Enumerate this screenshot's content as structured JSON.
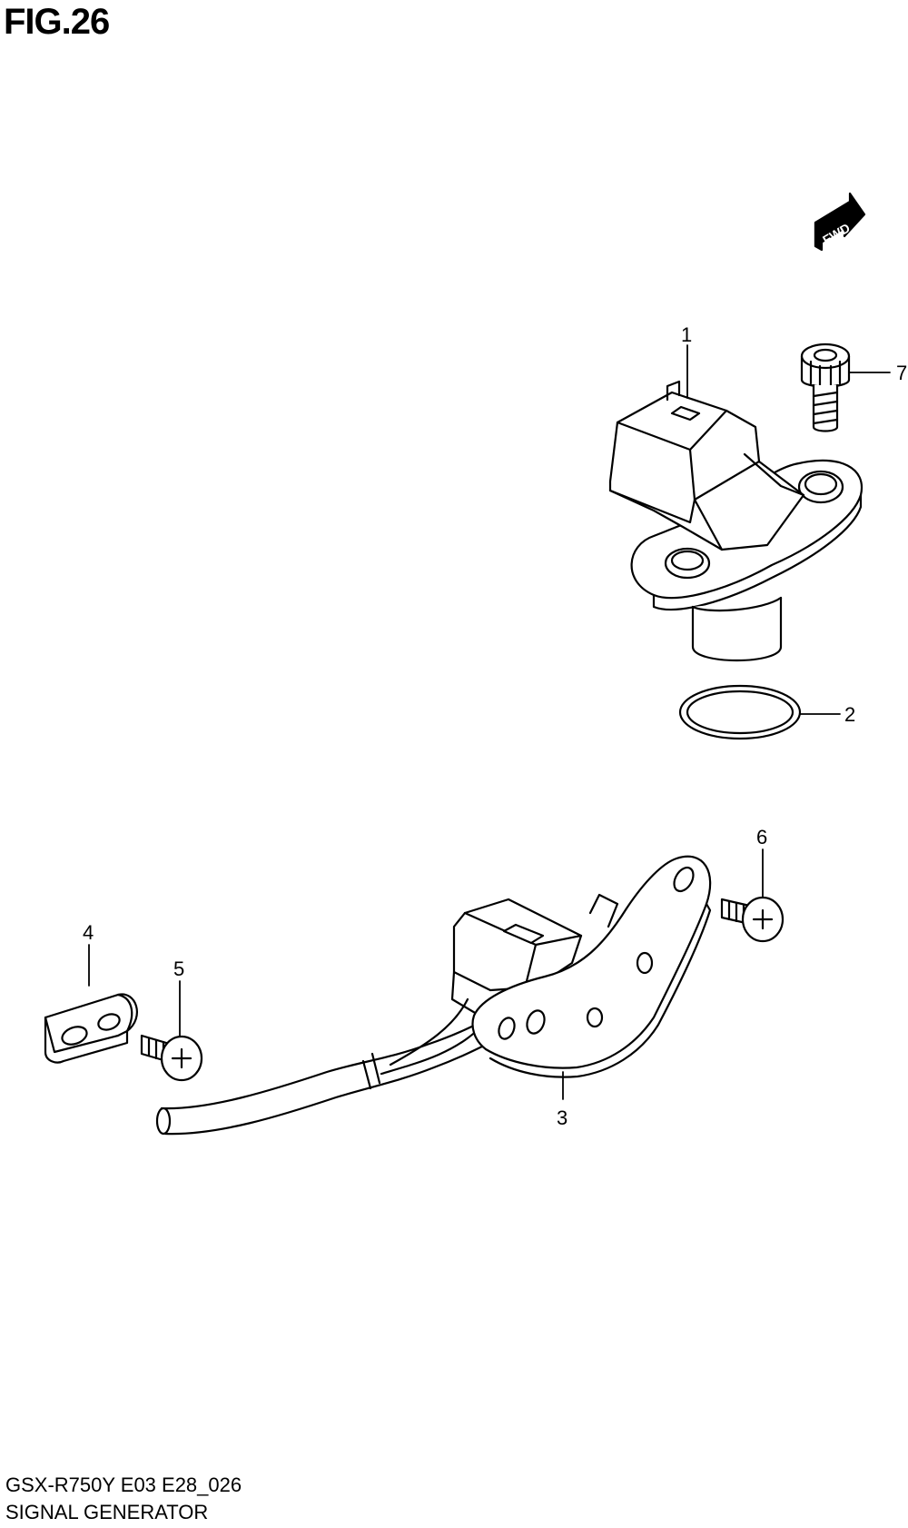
{
  "figure": {
    "title": "FIG.26"
  },
  "fwd_label": "FWD",
  "callouts": [
    {
      "id": "1",
      "label": "1"
    },
    {
      "id": "2",
      "label": "2"
    },
    {
      "id": "3",
      "label": "3"
    },
    {
      "id": "4",
      "label": "4"
    },
    {
      "id": "5",
      "label": "5"
    },
    {
      "id": "6",
      "label": "6"
    },
    {
      "id": "7",
      "label": "7"
    }
  ],
  "footer": {
    "model": "GSX-R750Y E03 E28_026",
    "name": "SIGNAL GENERATOR"
  }
}
